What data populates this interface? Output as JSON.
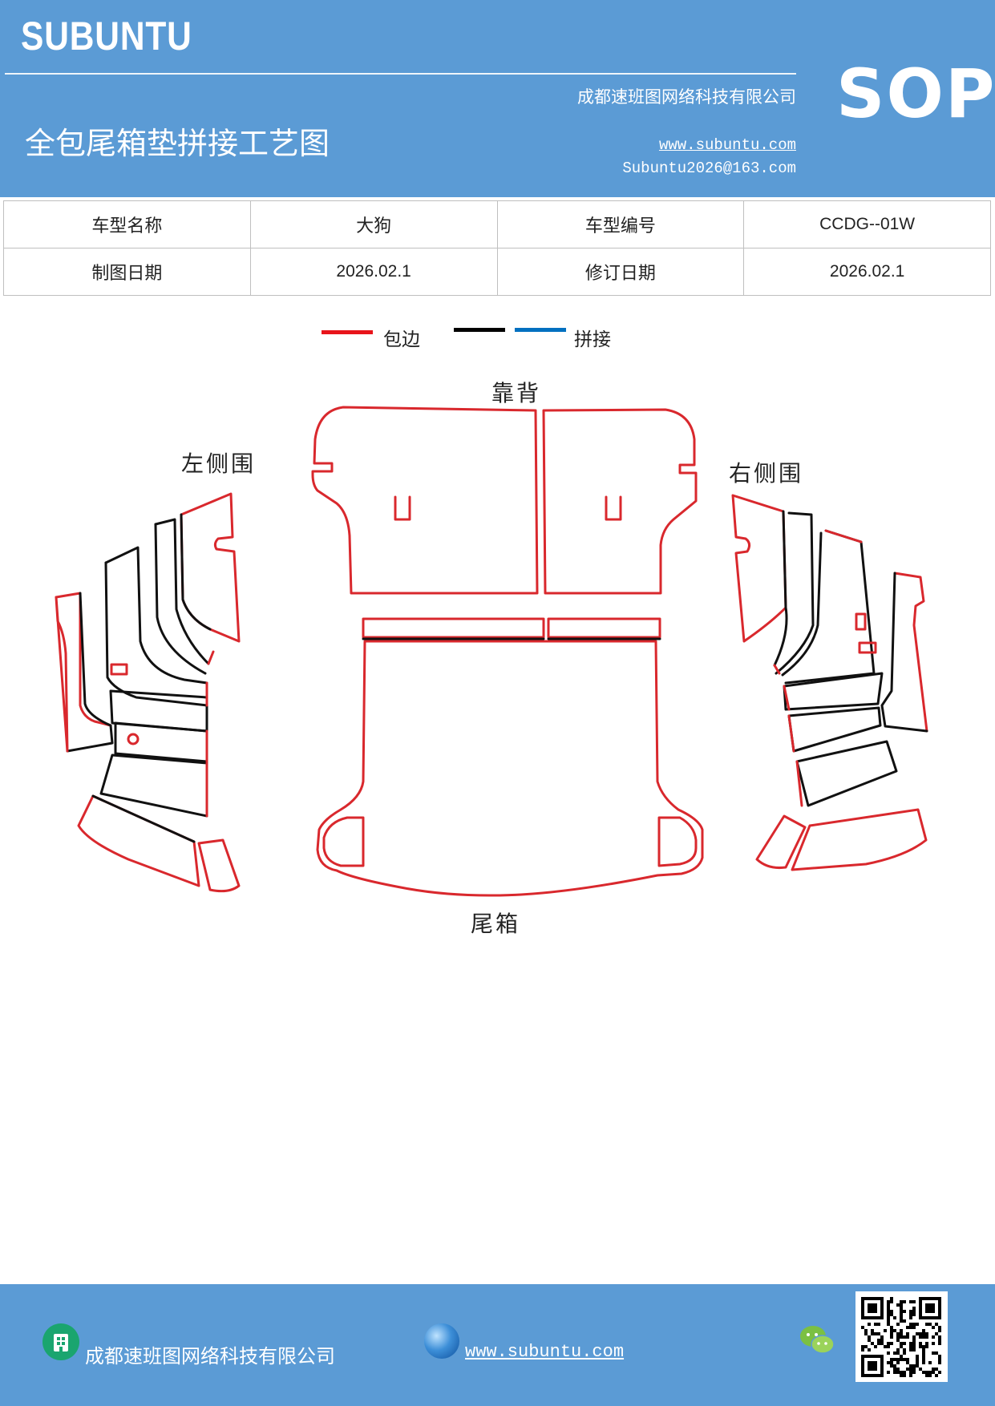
{
  "header": {
    "brand": "SUBUNTU",
    "company": "成都速班图网络科技有限公司",
    "title": "全包尾箱垫拼接工艺图",
    "website": "www.subuntu.com",
    "email": "Subuntu2026@163.com",
    "badge": "SOP"
  },
  "info": {
    "row1": [
      "车型名称",
      "大狗",
      "车型编号",
      "CCDG--01W"
    ],
    "row2": [
      "制图日期",
      "2026.02.1",
      "修订日期",
      "2026.02.1"
    ]
  },
  "legend": {
    "items": [
      {
        "color": "#e8141b",
        "label": "包边"
      },
      {
        "color": "#000000",
        "label": ""
      },
      {
        "color": "#0070c0",
        "label": "拼接"
      }
    ]
  },
  "diagram": {
    "labels": {
      "back": "靠背",
      "left": "左侧围",
      "right": "右侧围",
      "trunk": "尾箱"
    },
    "colors": {
      "edge": "#d9282d",
      "seam": "#111111"
    }
  },
  "footer": {
    "company": "成都速班图网络科技有限公司",
    "website": "www.subuntu.com",
    "icons": [
      "building-icon",
      "globe-icon",
      "wechat-icon",
      "qr-code"
    ]
  }
}
